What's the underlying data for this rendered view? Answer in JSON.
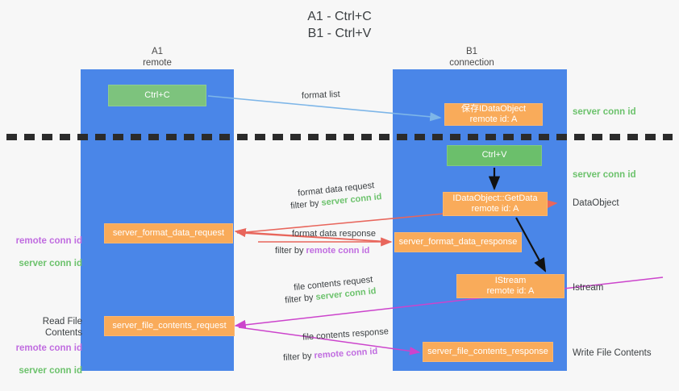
{
  "title": "A1 - Ctrl+C\nB1 - Ctrl+V",
  "columns": {
    "left": {
      "name": "A1",
      "role": "remote",
      "label": "A1\nremote"
    },
    "right": {
      "name": "B1",
      "role": "connection",
      "label": "B1\nconnection"
    }
  },
  "boxes": {
    "ctrl_c": {
      "label": "Ctrl+C",
      "color": "#7dc37d"
    },
    "ctrl_v": {
      "label": "Ctrl+V",
      "color": "#6bbf6b"
    },
    "idataobject": {
      "line1": "保存IDataObject",
      "line2": "remote id: A",
      "color": "#f9ab5a"
    },
    "getdata": {
      "line1": "IDataObject::GetData",
      "line2": "remote id: A",
      "color": "#f9ab5a"
    },
    "istream": {
      "line1": "IStream",
      "line2": "remote id: A",
      "color": "#f9ab5a"
    },
    "server_format_data_request": {
      "label": "server_format_data_request",
      "color": "#f9ab5a"
    },
    "server_format_data_response": {
      "label": "server_format_data_response",
      "color": "#f9ab5a"
    },
    "server_file_contents_request": {
      "label": "server_file_contents_request",
      "color": "#f9ab5a"
    },
    "server_file_contents_response": {
      "label": "server_file_contents_response",
      "color": "#f9ab5a"
    }
  },
  "edge_labels": {
    "format_list": "format list",
    "format_data_request": "format data request",
    "format_data_request_filter_prefix": "filter by ",
    "format_data_request_filter_value": "server conn id",
    "format_data_response": "format data response",
    "format_data_response_filter_prefix": "filter by ",
    "format_data_response_filter_value": "remote conn id",
    "file_contents_request": "file contents request",
    "file_contents_request_filter_prefix": "filter by ",
    "file_contents_request_filter_value": "server conn id",
    "file_contents_response": "file contents response",
    "file_contents_response_filter_prefix": "filter by ",
    "file_contents_response_filter_value": "remote conn id"
  },
  "side_labels": {
    "right_server_conn_id_top": "server conn id",
    "right_server_conn_id_mid": "server conn id",
    "right_dataobject": "DataObject",
    "right_istream": "Istream",
    "right_write_file_contents": "Write File Contents",
    "left_read_file_contents": "Read File Contents",
    "left_remote_conn_id_1": "remote conn id",
    "left_server_conn_id_1": "server conn id",
    "left_remote_conn_id_2": "remote conn id",
    "left_server_conn_id_2": "server conn id"
  },
  "colors": {
    "lane_blue": "#4a86e8",
    "box_orange": "#f9ab5a",
    "box_green": "#6aa84f",
    "server_conn_green": "#6cc26c",
    "remote_conn_purple": "#c06ce0",
    "arrow_blue": "#7eb6e8",
    "arrow_red": "#e8665c",
    "arrow_magenta": "#cc44cc",
    "arrow_black": "#000000",
    "divider": "#2b2b2b",
    "background": "#f7f7f7"
  }
}
